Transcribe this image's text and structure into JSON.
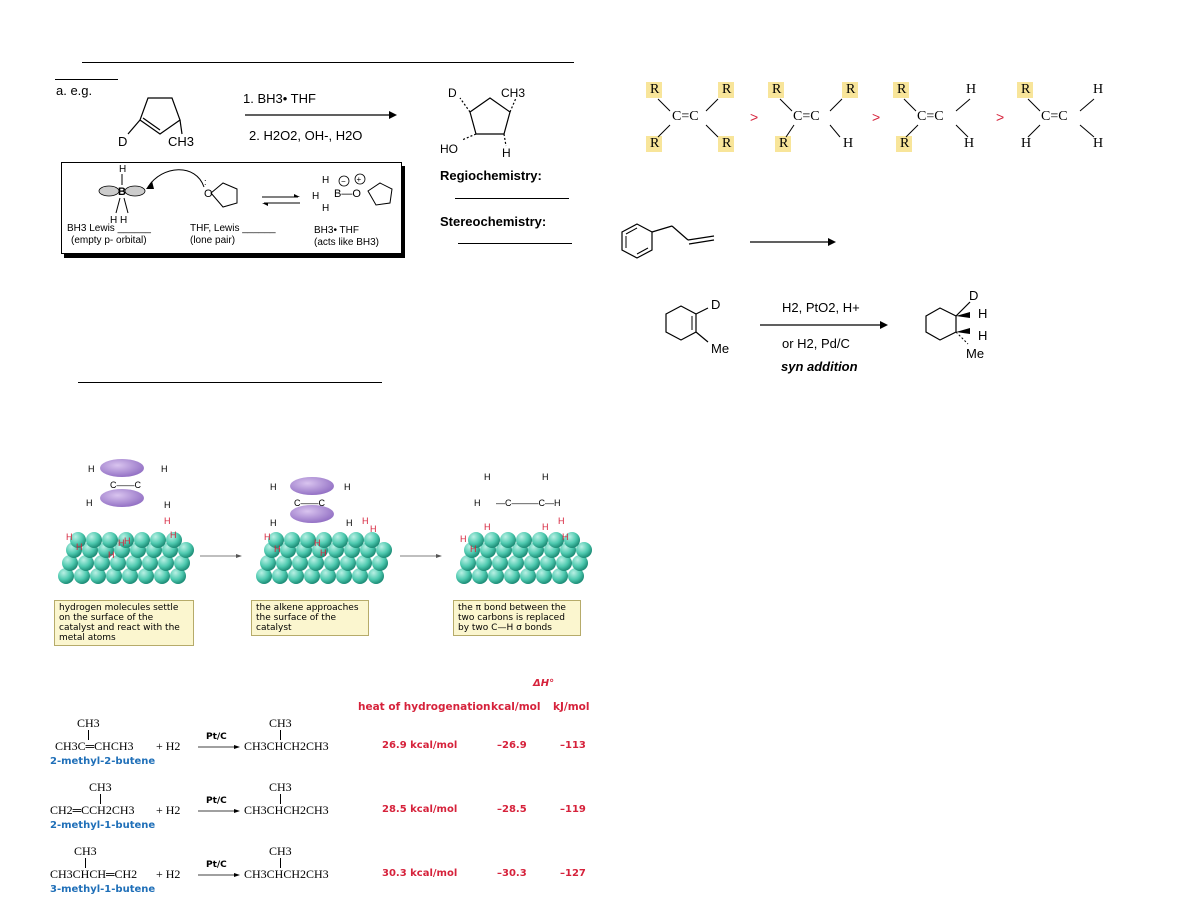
{
  "hydroboration": {
    "example_label": "a. e.g.",
    "reactant_sub_d": "D",
    "reactant_sub_ch3": "CH3",
    "step1": "1. BH3• THF",
    "step2": "2. H2O2, OH-, H2O",
    "product_d": "D",
    "product_ch3": "CH3",
    "product_ho": "HO",
    "product_h": "H",
    "regio_label": "Regiochemistry:",
    "stereo_label": "Stereochemistry:",
    "box": {
      "bh3_label": "BH3 Lewis ______",
      "bh3_note": "(empty p- orbital)",
      "thf_label": "THF, Lewis ______",
      "thf_note": "(lone pair)",
      "complex_label": "BH3• THF",
      "complex_note": "(acts like BH3)"
    }
  },
  "stability": {
    "greater_than": ">",
    "r": "R",
    "h": "H",
    "bond": "C=C"
  },
  "allylbenzene": {},
  "hydrogenation": {
    "sub_d": "D",
    "sub_me": "Me",
    "reagent1": "H2, PtO2, H+",
    "reagent2": "or H2, Pd/C",
    "note": "syn addition",
    "prod_d": "D",
    "prod_h1": "H",
    "prod_h2": "H",
    "prod_me": "Me"
  },
  "catalyst": {
    "captions": [
      "hydrogen molecules settle on the surface of the catalyst and react with the metal atoms",
      "the alkene approaches the surface of the catalyst",
      "the π bond between the two carbons is replaced by two C—H σ bonds"
    ]
  },
  "heats": {
    "delta_h": "ΔH°",
    "col_heat": "heat of hydrogenation",
    "col_kcal": "kcal/mol",
    "col_kj": "kJ/mol",
    "catalyst": "Pt/C",
    "plus_h2": "+  H2",
    "rows": [
      {
        "top": "CH3",
        "reactant": "CH3C═CHCH3",
        "product_top": "CH3",
        "product": "CH3CHCH2CH3",
        "name": "2-methyl-2-butene",
        "heat": "26.9 kcal/mol",
        "kcal": "–26.9",
        "kj": "–113"
      },
      {
        "top": "CH3",
        "reactant": "CH2═CCH2CH3",
        "product_top": "CH3",
        "product": "CH3CHCH2CH3",
        "name": "2-methyl-1-butene",
        "heat": "28.5 kcal/mol",
        "kcal": "–28.5",
        "kj": "–119"
      },
      {
        "top": "CH3",
        "reactant": "CH3CHCH═CH2",
        "product_top": "CH3",
        "product": "CH3CHCH2CH3",
        "name": "3-methyl-1-butene",
        "heat": "30.3 kcal/mol",
        "kcal": "–30.3",
        "kj": "–127"
      }
    ]
  }
}
